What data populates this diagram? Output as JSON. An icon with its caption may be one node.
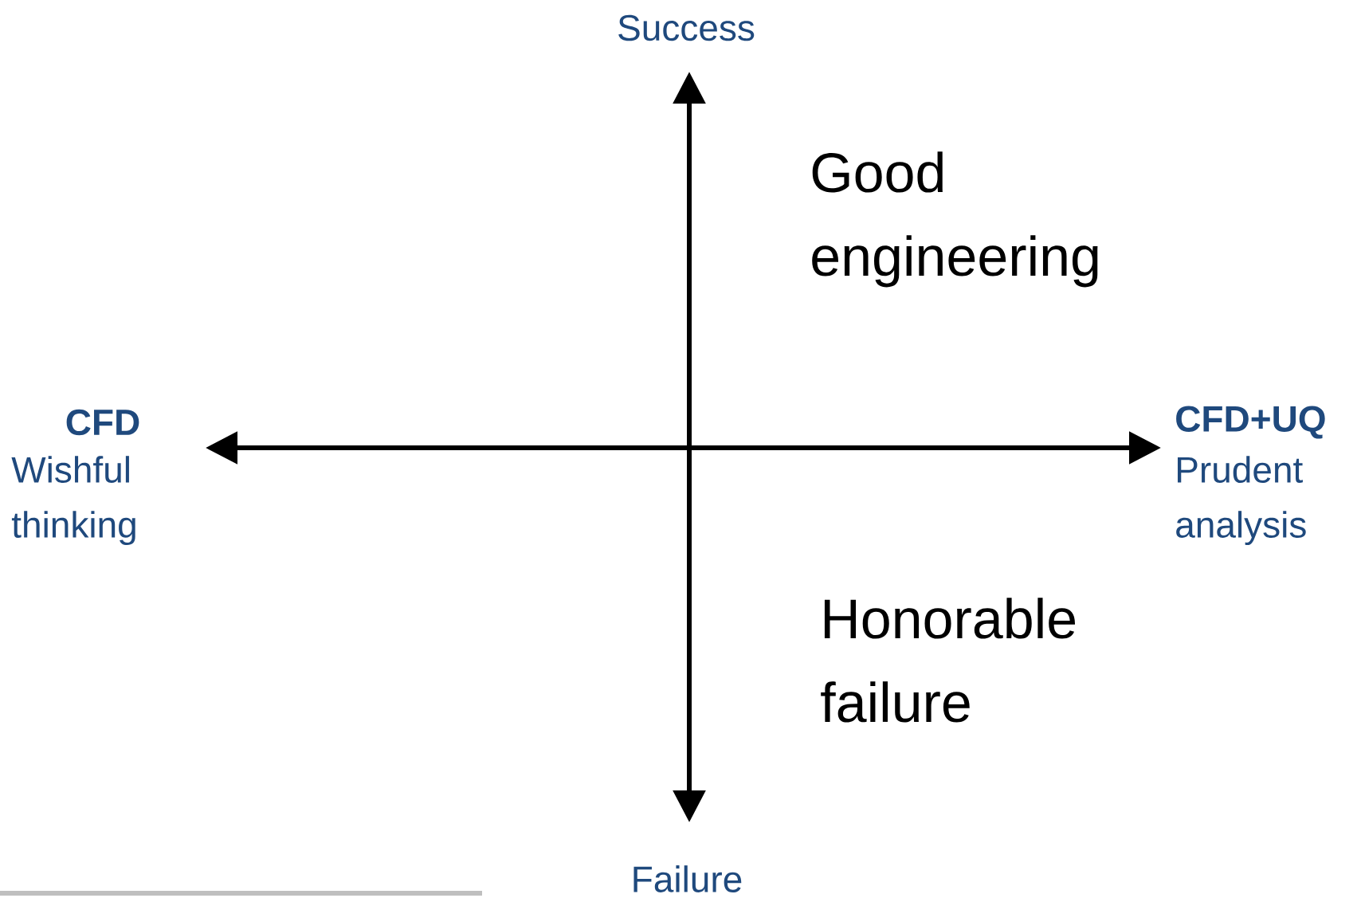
{
  "diagram": {
    "labels": [
      "Success",
      "Good engineering",
      "CFD",
      "Wishful thinking",
      "CFD+UQ",
      "Prudent analysis",
      "Honorable failure",
      "Failure"
    ]
  }
}
